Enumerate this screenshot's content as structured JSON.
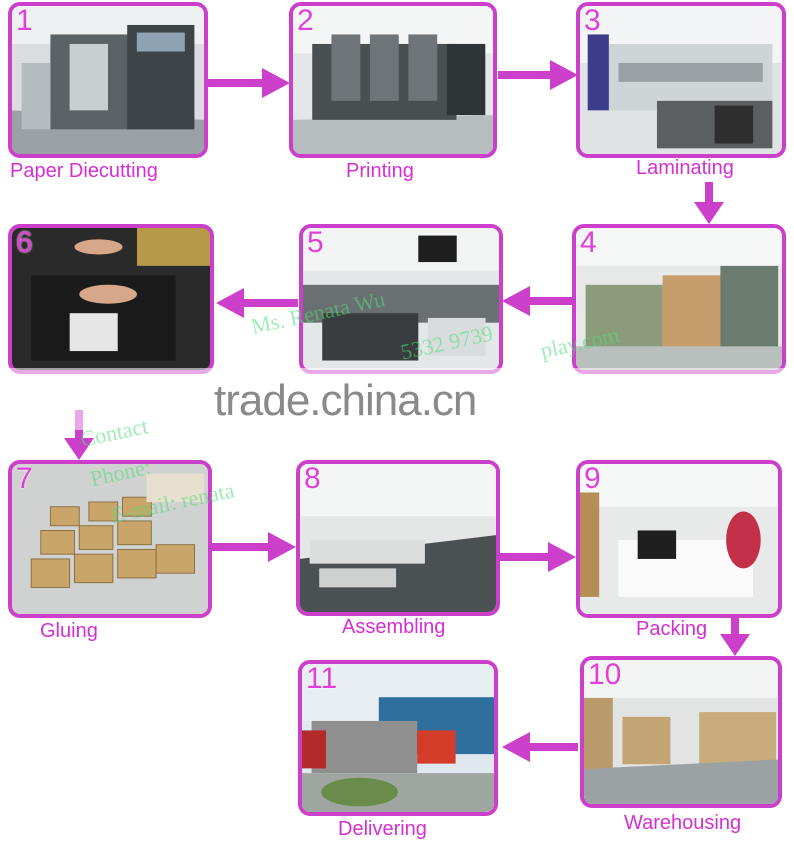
{
  "steps": [
    {
      "num": "1",
      "label": "Paper Diecutting",
      "icon": "offset-press-photo"
    },
    {
      "num": "2",
      "label": "Printing",
      "icon": "printing-machine-photo"
    },
    {
      "num": "3",
      "label": "Laminating",
      "icon": "laminating-machine-photo"
    },
    {
      "num": "4",
      "label": "",
      "icon": "cardboard-machine-photo"
    },
    {
      "num": "5",
      "label": "",
      "icon": "workshop-photo"
    },
    {
      "num": "6",
      "label": "",
      "icon": "hand-assembly-photo"
    },
    {
      "num": "7",
      "label": "Gluing",
      "icon": "gluing-boards-photo"
    },
    {
      "num": "8",
      "label": "Assembling",
      "icon": "assembly-hall-photo"
    },
    {
      "num": "9",
      "label": "Packing",
      "icon": "packing-line-photo"
    },
    {
      "num": "10",
      "label": "Warehousing",
      "icon": "warehouse-photo"
    },
    {
      "num": "11",
      "label": "Delivering",
      "icon": "truck-loading-photo"
    }
  ],
  "watermark": "trade.china.cn",
  "overlay": {
    "name": "Ms. Renata Wu",
    "phone": "Phone:",
    "email": "E-mail: renata",
    "number": "5332 9739",
    "domain": "play.com",
    "contact": "Contact"
  },
  "colors": {
    "accent": "#cc3fcb",
    "caption": "#d42fd0"
  }
}
